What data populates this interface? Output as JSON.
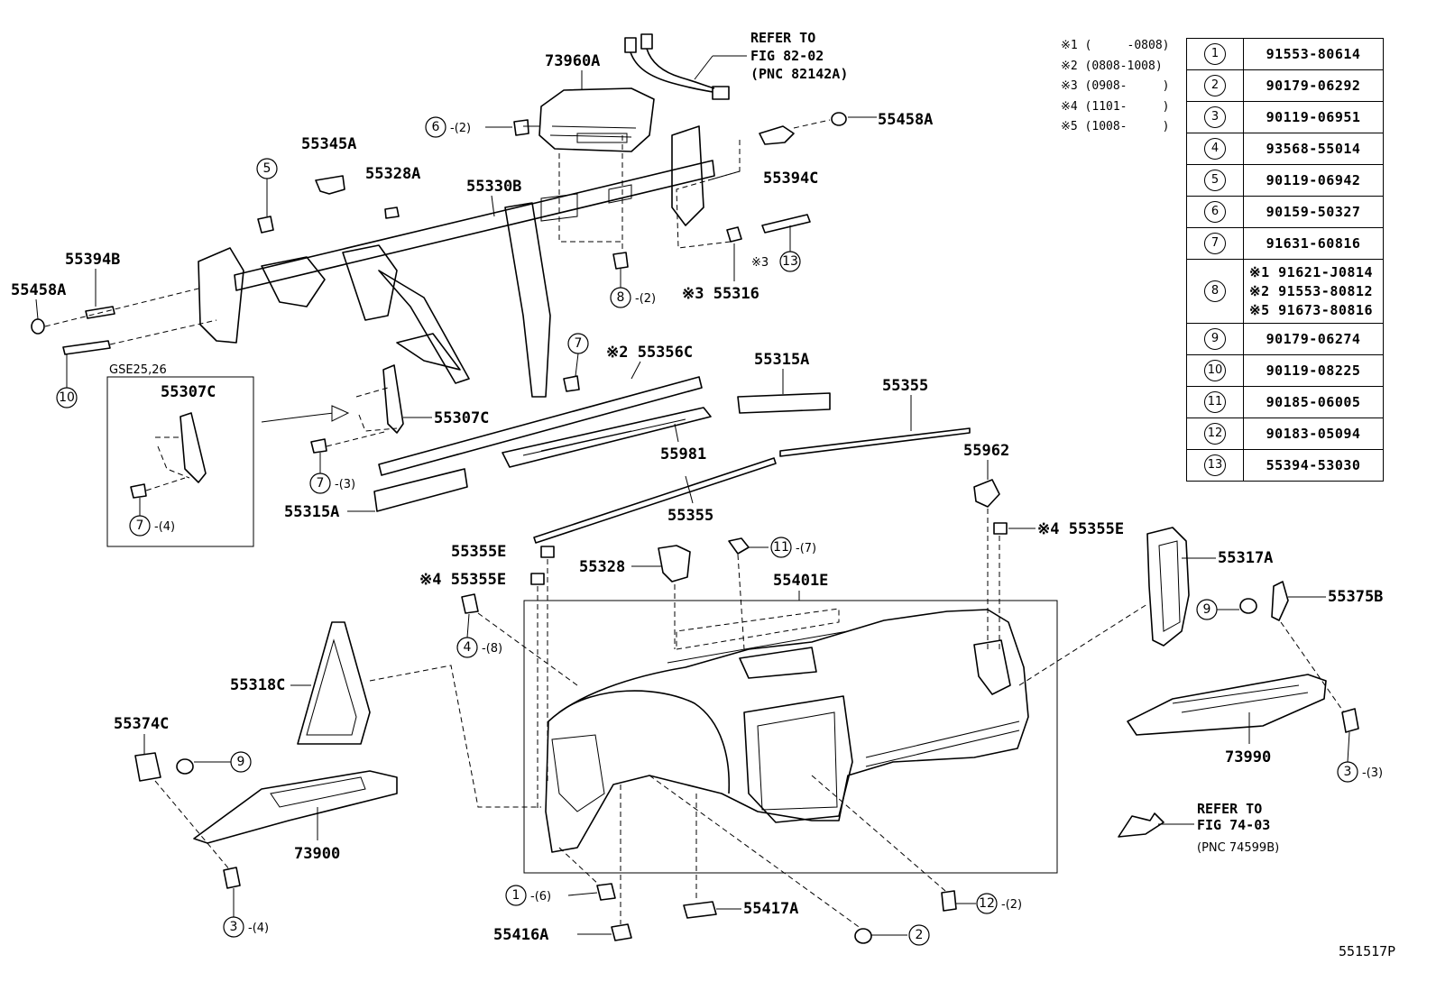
{
  "figure_id": "551517P",
  "notes": [
    "※1 (     -0808)",
    "※2 (0808-1008)",
    "※3 (0908-     )",
    "※4 (1101-     )",
    "※5 (1008-     )"
  ],
  "legend": [
    {
      "num": "1",
      "part": "91553-80614"
    },
    {
      "num": "2",
      "part": "90179-06292"
    },
    {
      "num": "3",
      "part": "90119-06951"
    },
    {
      "num": "4",
      "part": "93568-55014"
    },
    {
      "num": "5",
      "part": "90119-06942"
    },
    {
      "num": "6",
      "part": "90159-50327"
    },
    {
      "num": "7",
      "part": "91631-60816"
    },
    {
      "num": "8",
      "parts": [
        "※1 91621-J0814",
        "※2 91553-80812",
        "※5 91673-80816"
      ]
    },
    {
      "num": "9",
      "part": "90179-06274"
    },
    {
      "num": "10",
      "part": "90119-08225"
    },
    {
      "num": "11",
      "part": "90185-06005"
    },
    {
      "num": "12",
      "part": "90183-05094"
    },
    {
      "num": "13",
      "part": "55394-53030"
    }
  ],
  "refer_top": {
    "line1": "REFER TO",
    "line2": "FIG 82-02",
    "line3": "(PNC 82142A)"
  },
  "refer_bottom": {
    "line1": "REFER TO",
    "line2": "FIG 74-03",
    "line3": "(PNC 74599B)"
  },
  "inset_title": "GSE25,26",
  "labels": {
    "p73960A": "73960A",
    "p55458A_r": "55458A",
    "p55345A": "55345A",
    "p55328A": "55328A",
    "p55330B": "55330B",
    "p55394C": "55394C",
    "p55394B": "55394B",
    "p55458A_l": "55458A",
    "p55316": "※3 55316",
    "p55356C": "※2 55356C",
    "p55315A_top": "55315A",
    "p55355_top": "55355",
    "p55307C_in": "55307C",
    "p55307C": "55307C",
    "p55981": "55981",
    "p55962": "55962",
    "p55315A_bot": "55315A",
    "p55355_bot": "55355",
    "p55355E_1": "55355E",
    "p55355E_2": "※4 55355E",
    "p55355E_3": "※4 55355E",
    "p55328": "55328",
    "p55401E": "55401E",
    "p55317A": "55317A",
    "p55375B": "55375B",
    "p55318C": "55318C",
    "p55374C": "55374C",
    "p73990": "73990",
    "p73900": "73900",
    "p55417A": "55417A",
    "p55416A": "55416A"
  },
  "callouts": {
    "c6": {
      "num": "6",
      "qty": "-(2)"
    },
    "c5": {
      "num": "5",
      "qty": ""
    },
    "c8": {
      "num": "8",
      "qty": "-(2)"
    },
    "c13": {
      "num": "13",
      "qty": "※3"
    },
    "c10": {
      "num": "10",
      "qty": ""
    },
    "c7a": {
      "num": "7",
      "qty": ""
    },
    "c7b": {
      "num": "7",
      "qty": "-(3)"
    },
    "c7c": {
      "num": "7",
      "qty": "-(4)"
    },
    "c11": {
      "num": "11",
      "qty": "-(7)"
    },
    "c4": {
      "num": "4",
      "qty": "-(8)"
    },
    "c9a": {
      "num": "9",
      "qty": ""
    },
    "c9b": {
      "num": "9",
      "qty": ""
    },
    "c3a": {
      "num": "3",
      "qty": "-(3)"
    },
    "c3b": {
      "num": "3",
      "qty": "-(4)"
    },
    "c1": {
      "num": "1",
      "qty": "-(6)"
    },
    "c2": {
      "num": "2",
      "qty": ""
    },
    "c12": {
      "num": "12",
      "qty": "-(2)"
    }
  }
}
